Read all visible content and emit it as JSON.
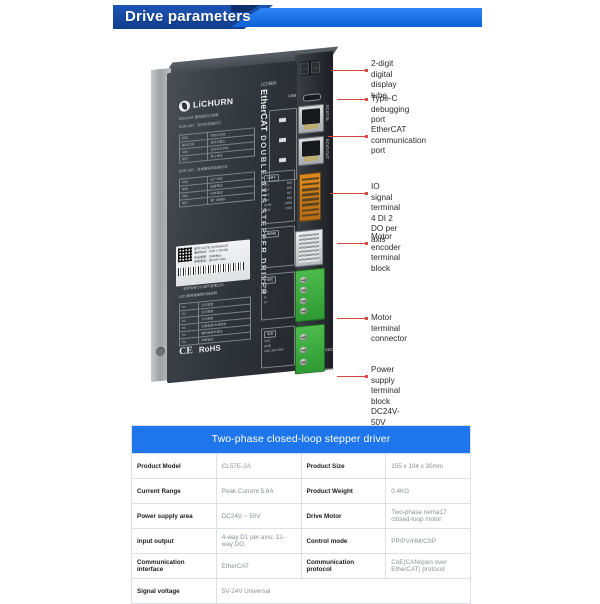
{
  "banner": {
    "title": "Drive parameters"
  },
  "product_photo": {
    "brand": "LiCHURN",
    "spine_protocol": "EtherCAT",
    "spine_product": "DOUBLE-AXIS STEPPER DRIVER",
    "led_label": "LED指示",
    "usb_label": "USB",
    "port_in_label": "ECAT-IN",
    "port_out_label": "ECAT-OUT",
    "io_label": "IO端子",
    "encoder_label": "编码器",
    "motor_label": "电机",
    "power_label": "电源",
    "power_pin_vdc": "VDC",
    "power_pin_gnd": "GND",
    "power_range_print": "VDC:24V-50V",
    "side_vdc": "VDC",
    "side_gnd": "GND",
    "motor_pins": [
      "B-",
      "B+",
      "A-",
      "A+"
    ],
    "cert_ce": "CE",
    "cert_rohs": "RoHS",
    "face_note_1": "EtherCAT 通讯指示灯说明",
    "face_note_2": "RUN LED：运行状态指示灯",
    "face_note_3": "ERR LED：总线错误状态指示灯",
    "face_note_4": "LED 数码管故障代码说明",
    "sticker_model": "型号:CL57E-2A EtherCAT",
    "sticker_line2": "通讯协议：CoE + CIA402",
    "sticker_line3": "传送速率：100Mbps",
    "sticker_line4": "供电电压：DC24V~50V",
    "sticker_company": "深圳市新力川电气有限公司",
    "table_rows_a": [
      [
        "开机",
        "初始化状态"
      ],
      [
        "指示灯亮",
        "通讯已建立"
      ],
      [
        "闪烁",
        "正在运行状态"
      ],
      [
        "熄灭",
        "停止通讯"
      ]
    ],
    "table_rows_b": [
      [
        "开机",
        "出厂状态"
      ],
      [
        "常亮",
        "配置错误"
      ],
      [
        "闪烁",
        "同步错误"
      ],
      [
        "熄灭",
        "看门狗超时"
      ]
    ],
    "err_rows": [
      [
        "E1",
        "过流报警"
      ],
      [
        "E2",
        "过压报警"
      ],
      [
        "E3",
        "欠压报警"
      ],
      [
        "E5",
        "位置超差/失速报警"
      ],
      [
        "E6",
        "编码器通讯错误"
      ],
      [
        "E8",
        "参数错误"
      ]
    ]
  },
  "callouts": [
    {
      "text": "2-digit digital\ndisplay tube"
    },
    {
      "text": "Type-C\ndebugging port"
    },
    {
      "text": "EtherCAT\ncommunication port"
    },
    {
      "text": "IO signal terminal\n4 DI 2 DO per axis"
    },
    {
      "text": "Motor encoder\nterminal block"
    },
    {
      "text": "Motor terminal\nconnector"
    },
    {
      "text": "Power supply\nterminal block\nDC24V-50V"
    }
  ],
  "spec_table": {
    "title": "Two-phase closed-loop stepper driver",
    "rows": [
      {
        "k1": "Product Model",
        "v1": "CL57E-2A",
        "k2": "Product Size",
        "v2": "155 x 104 x 30mm"
      },
      {
        "k1": "Current Range",
        "v1": "Peak Current 5.6A",
        "k2": "Product Weight",
        "v2": "0.4KG"
      },
      {
        "k1": "Power supply area",
        "v1": "DC24V ~ 50V",
        "k2": "Drive Motor",
        "v2": "Two-phase nema17 closed-loop motor"
      },
      {
        "k1": "input output",
        "v1": "4-way D1 per axis; 12-way DO",
        "k2": "Control mode",
        "v2": "PP/PV/HM/CSP"
      },
      {
        "k1": "Communication interface",
        "v1": "EtherCAT",
        "k2": "Communication protocol",
        "v2": "CoE(CANopen over EtherCAT) protocol"
      }
    ],
    "last_row": {
      "k1": "Signal voltage",
      "v1": "5V-24V Universal"
    }
  },
  "colors": {
    "banner_blue": "#1f75ec",
    "banner_dark": "#123d8c",
    "table_header_blue": "#1f75ec",
    "callout_red": "#d9453f",
    "terminal_green": "#3fae3f",
    "io_orange": "#d98a1e"
  }
}
